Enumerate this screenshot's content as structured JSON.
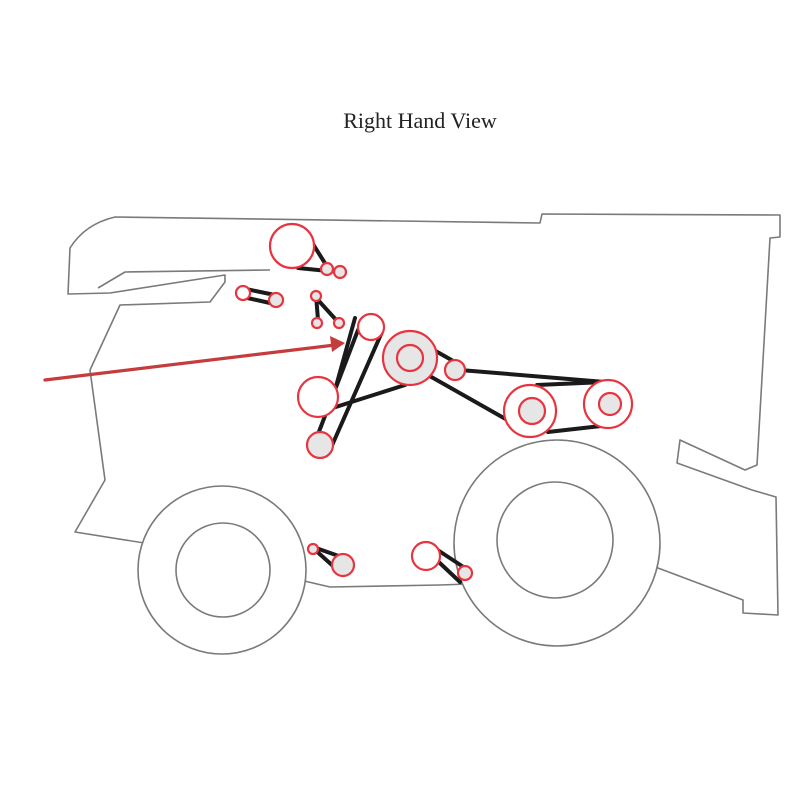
{
  "diagram": {
    "title": "Right Hand View",
    "colors": {
      "outline": "#7a7a7a",
      "pulley": "#e8343f",
      "pulley_fill": "#e6e6e6",
      "belt": "#1a1a1a",
      "arrow": "#c43c3c",
      "background": "#ffffff"
    },
    "icons": [
      "combine-harvester-outline",
      "pulley",
      "drive-belt",
      "pointer-arrow"
    ]
  }
}
